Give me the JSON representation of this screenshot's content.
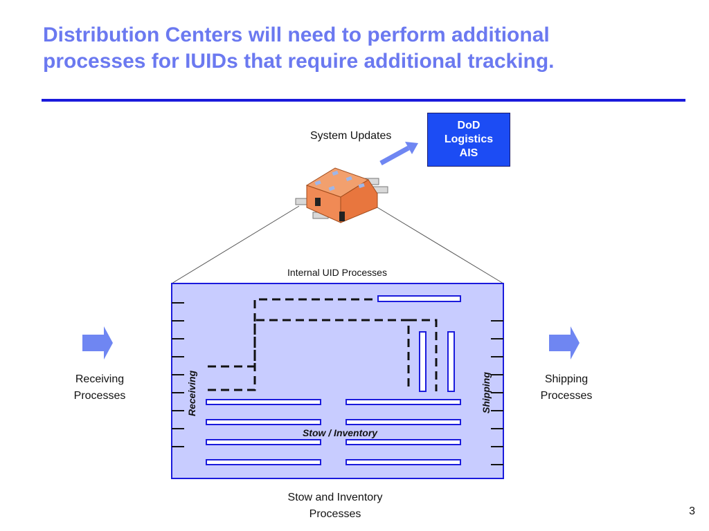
{
  "slide": {
    "title_line1": "Distribution Centers will need to perform additional",
    "title_line2": "processes for IUIDs that require additional tracking.",
    "page_number": "3"
  },
  "diagram": {
    "dod_box_lines": [
      "DoD",
      "Logistics",
      "AIS"
    ],
    "system_updates": "System Updates",
    "internal_header": "Internal UID Processes",
    "receiving_side_label": "Receiving",
    "shipping_side_label": "Shipping",
    "stow_label": "Stow / Inventory",
    "receiving_processes": [
      "Receiving",
      "Processes"
    ],
    "shipping_processes": [
      "Shipping",
      "Processes"
    ],
    "stow_processes": [
      "Stow and Inventory",
      "Processes"
    ]
  },
  "colors": {
    "title": "#6b79f0",
    "rule": "#1a1adc",
    "dod_box": "#1c4cf4",
    "panel_fill": "#c8ccff",
    "panel_border": "#1a1adc",
    "arrow": "#6f86f2",
    "warehouse": "#f08a55"
  },
  "icons": [
    "block-arrow-right-icon",
    "warehouse-icon",
    "diagonal-arrow-icon"
  ]
}
